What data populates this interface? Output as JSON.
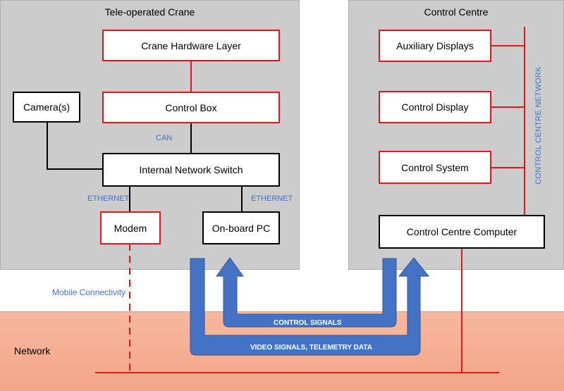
{
  "panels": {
    "crane_title": "Tele-operated Crane",
    "control_title": "Control Centre"
  },
  "boxes": {
    "crane_hardware": "Crane Hardware Layer",
    "control_box": "Control Box",
    "cameras": "Camera(s)",
    "switch": "Internal Network Switch",
    "modem": "Modem",
    "onboard_pc": "On-board PC",
    "aux_displays": "Auxiliary Displays",
    "control_display": "Control Display",
    "control_system": "Control System",
    "cc_computer": "Control Centre Computer"
  },
  "labels": {
    "can": "CAN",
    "ethernet_left": "ETHERNET",
    "ethernet_right": "ETHERNET",
    "mobile": "Mobile Connectivity",
    "cc_network": "CONTROL CENTRE NETWORK",
    "network": "Network",
    "control_signals": "CONTROL SIGNALS",
    "video_signals": "VIDEO SIGNALS, TELEMETRY DATA"
  },
  "colors": {
    "red": "#e8141c",
    "blue_arrow": "#4472c4",
    "panel_gray": "#cccccc",
    "network_band": "#f4a587"
  }
}
